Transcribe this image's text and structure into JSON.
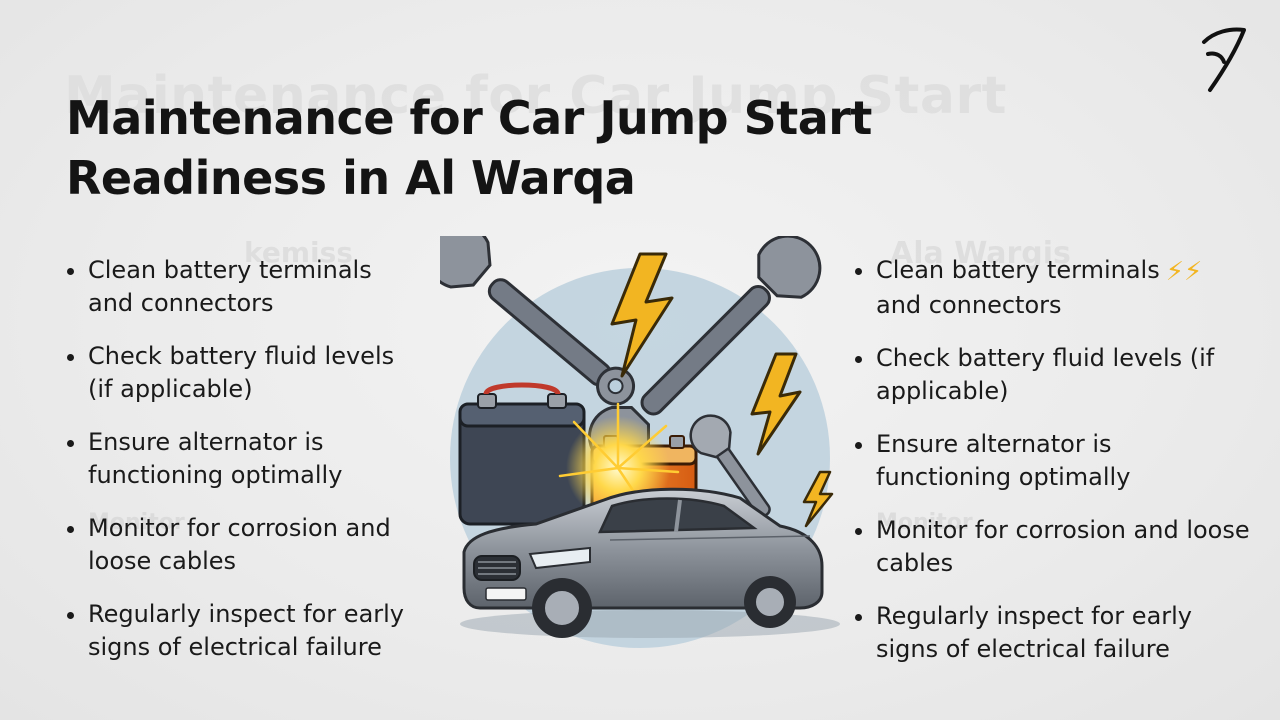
{
  "slide": {
    "title": "Maintenance for Car Jump Start Readiness in Al Warqa",
    "ghost_title": "Maintenance for Car Jump Start",
    "ghost_left": "kemiss",
    "ghost_right": "Ala Wargis",
    "ghost_monitor": "Monitor"
  },
  "left_list": [
    "Clean battery terminals and connectors",
    "Check battery fluid levels (if applicable)",
    "Ensure alternator is functioning optimally",
    "Monitor for corrosion and loose cables",
    "Regularly inspect for early signs of electrical failure"
  ],
  "right_list": [
    "Clean battery terminals",
    "and connectors",
    "Check battery fluid levels (if applicable)",
    "Ensure alternator is functioning optimally",
    "Monitor for corrosion and loose cables",
    "Regularly inspect for early signs of electrical failure"
  ],
  "decor": {
    "bolt_glyphs": "⚡⚡",
    "accent_bolt": "#f2b522",
    "battery_dark": "#3e4654",
    "battery_orange": "#e8731c",
    "car_body": "#8e949c",
    "wrench": "#707782",
    "circle_bg": "#bcd0dd"
  }
}
